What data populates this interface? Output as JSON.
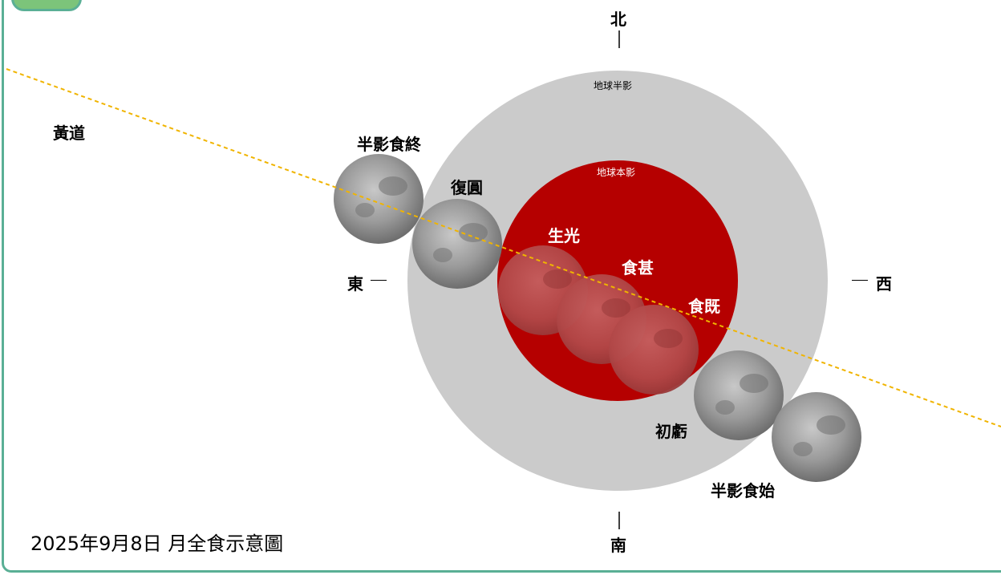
{
  "caption": "2025年9月8日 月全食示意圖",
  "ecliptic_label": "黃道",
  "directions": {
    "north": "北",
    "south": "南",
    "east": "東",
    "west": "西"
  },
  "zones": {
    "penumbra": "地球半影",
    "umbra": "地球本影"
  },
  "phases": {
    "penumbral_end": "半影食終",
    "fourth_contact": "復圓",
    "third_contact": "生光",
    "maximum": "食甚",
    "second_contact": "食既",
    "first_contact": "初虧",
    "penumbral_start": "半影食始"
  },
  "colors": {
    "frame": "#5aaf95",
    "penumbra": "#cbcbcb",
    "umbra": "#b50000",
    "ecliptic": "#f0b400",
    "moon": "#9a9a9a",
    "eclipsed_moon": "#b64a4a"
  }
}
